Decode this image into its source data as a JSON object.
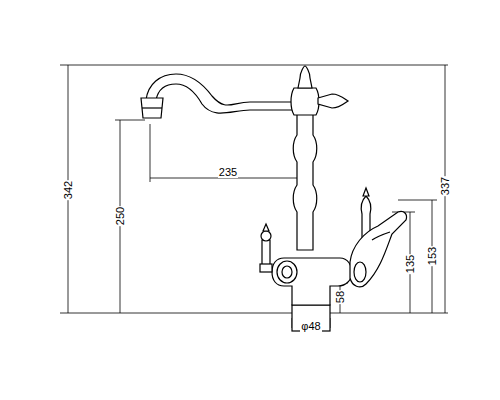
{
  "diagram": {
    "labels": [
      "342",
      "250",
      "235",
      "337",
      "153",
      "135",
      "58",
      "φ48"
    ]
  }
}
